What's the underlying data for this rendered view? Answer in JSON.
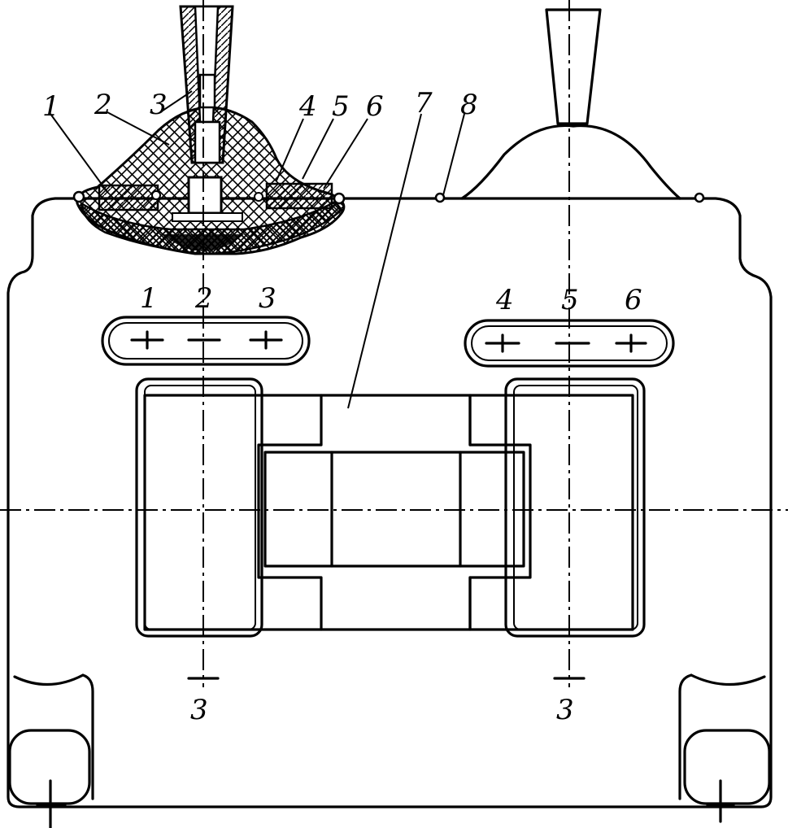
{
  "top_callouts": [
    "1",
    "2",
    "3",
    "4",
    "5",
    "6",
    "7",
    "8"
  ],
  "left_terminals": [
    "1",
    "2",
    "3"
  ],
  "right_terminals": [
    "4",
    "5",
    "6"
  ],
  "axis_marks": [
    "3",
    "3"
  ],
  "colors": {
    "line": "#000000",
    "background": "#ffffff"
  }
}
